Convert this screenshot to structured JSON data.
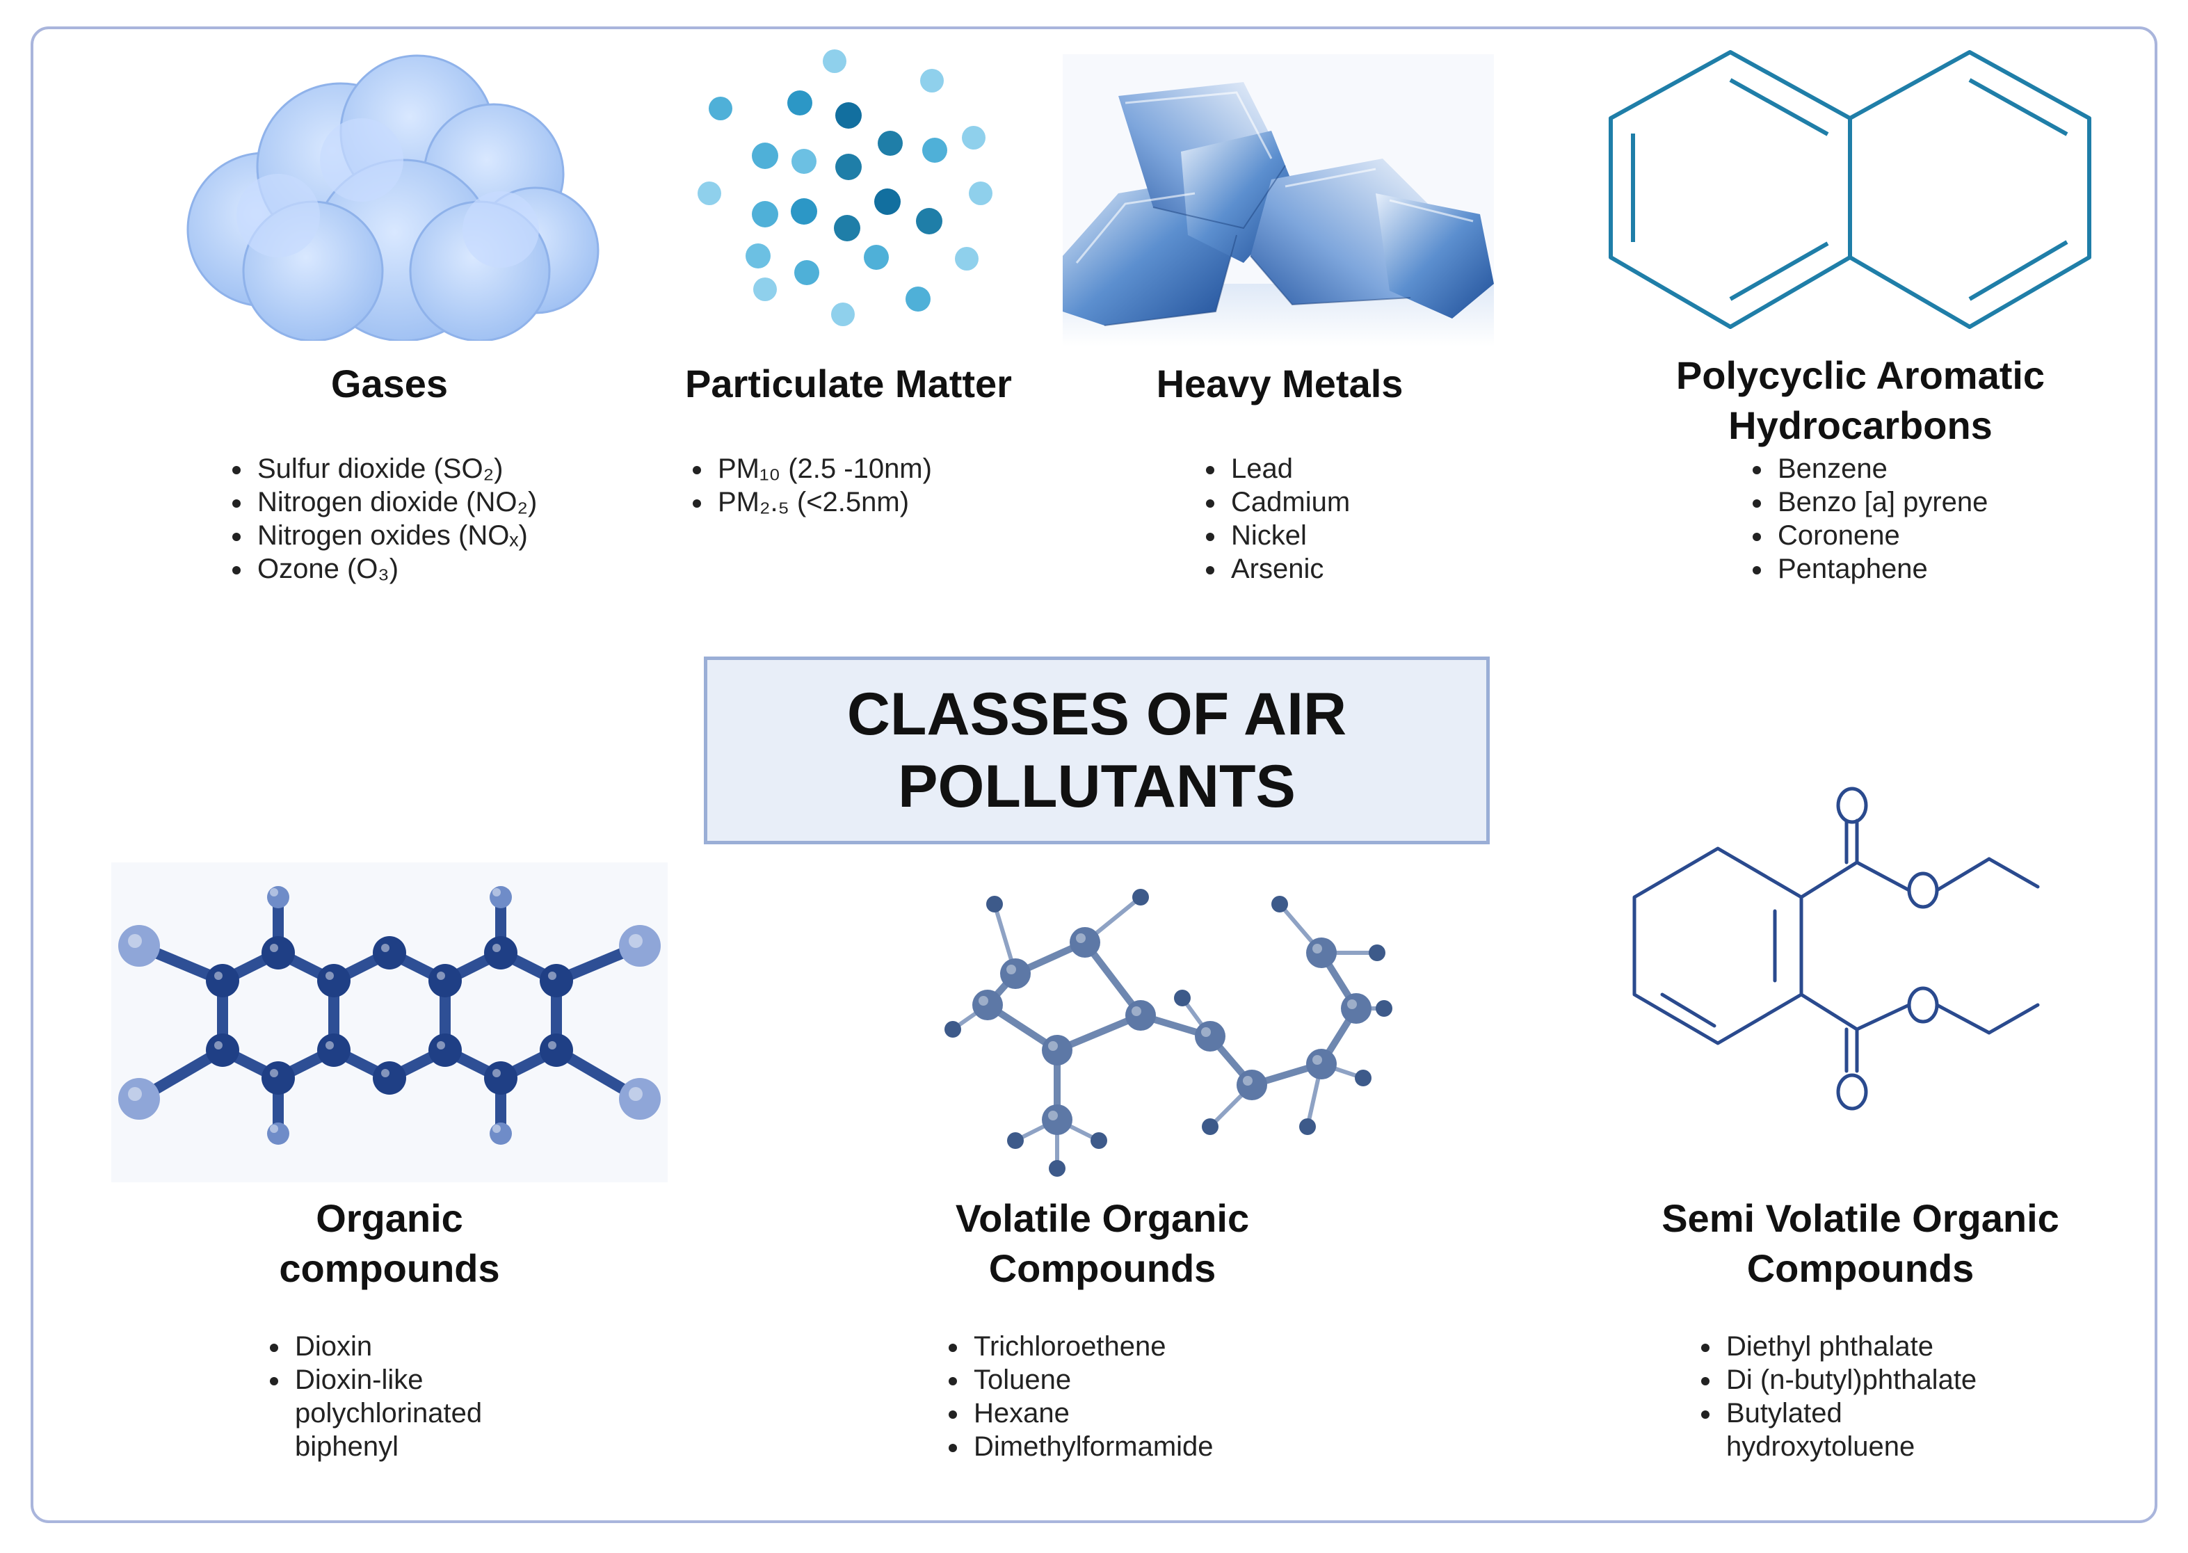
{
  "main_title": "CLASSES OF AIR POLLUTANTS",
  "colors": {
    "border": "#a9b5dc",
    "box_fill": "#e8eef8",
    "molecule_blue": "#1f7ea8",
    "navy": "#2a4a8e"
  },
  "classes": [
    {
      "title": "Gases",
      "icon": "cloud-icon",
      "items": [
        "Sulfur dioxide (SO₂)",
        "Nitrogen dioxide (NO₂)",
        "Nitrogen oxides (NOₓ)",
        "Ozone (O₃)"
      ]
    },
    {
      "title": "Particulate Matter",
      "icon": "particles-icon",
      "items": [
        "PM₁₀ (2.5 -10nm)",
        "PM₂.₅ (<2.5nm)"
      ]
    },
    {
      "title": "Heavy Metals",
      "icon": "metal-icon",
      "items": [
        "Lead",
        "Cadmium",
        "Nickel",
        "Arsenic"
      ]
    },
    {
      "title": "Polycyclic Aromatic Hydrocarbons",
      "icon": "naphthalene-icon",
      "items": [
        "Benzene",
        "Benzo [a] pyrene",
        "Coronene",
        "Pentaphene"
      ]
    },
    {
      "title": "Organic compounds",
      "icon": "dioxin-molecule-icon",
      "items": [
        "Dioxin",
        "Dioxin-like polychlorinated biphenyl"
      ]
    },
    {
      "title": "Volatile Organic Compounds",
      "icon": "voc-molecule-icon",
      "items": [
        "Trichloroethene",
        "Toluene",
        "Hexane",
        "Dimethylformamide"
      ]
    },
    {
      "title": "Semi Volatile Organic Compounds",
      "icon": "phthalate-icon",
      "items": [
        "Diethyl phthalate",
        "Di (n-butyl)phthalate",
        "Butylated hydroxytoluene"
      ]
    }
  ]
}
